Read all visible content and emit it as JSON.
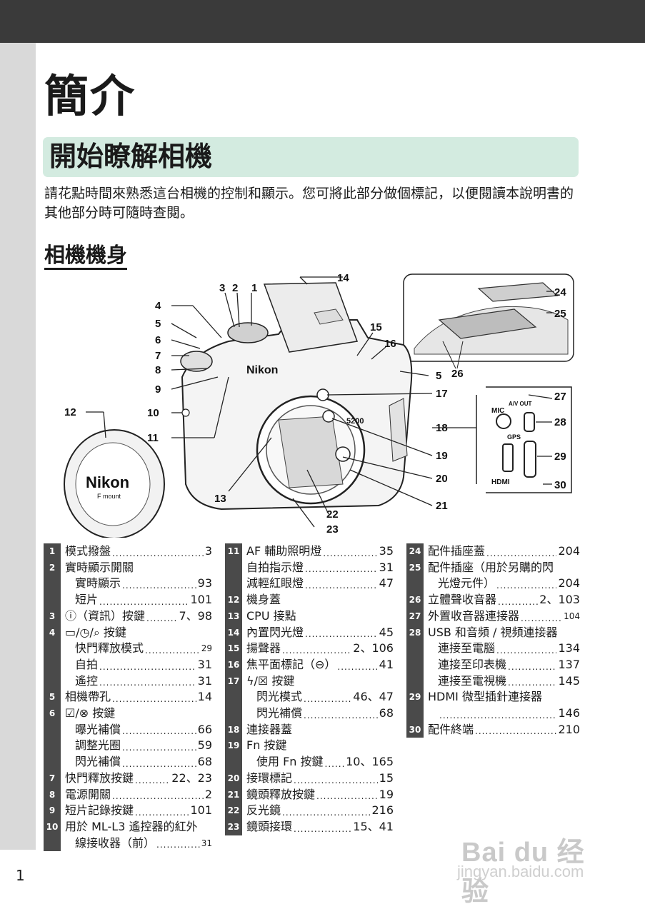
{
  "page": {
    "chapter_title": "簡介",
    "section_title": "開始瞭解相機",
    "intro": "請花點時間來熟悉這台相機的控制和顯示。您可將此部分做個標記，以便閱讀本說明書的其他部分時可隨時查閱。",
    "subsection_title": "相機機身",
    "page_number": "1"
  },
  "figure": {
    "callouts": [
      "1",
      "2",
      "3",
      "4",
      "5",
      "6",
      "7",
      "8",
      "9",
      "10",
      "11",
      "12",
      "13",
      "14",
      "15",
      "16",
      "5",
      "17",
      "18",
      "19",
      "20",
      "21",
      "22",
      "23",
      "24",
      "25",
      "26",
      "27",
      "28",
      "29",
      "30"
    ],
    "body_cap_text": [
      "Nikon",
      "F mount"
    ],
    "camera_brand": "Nikon",
    "camera_model": "5200",
    "port_labels": [
      "MIC",
      "A/V OUT",
      "GPS",
      "HDMI"
    ]
  },
  "index": {
    "col1": [
      {
        "num": "1",
        "label": "模式撥盤",
        "page": "3"
      },
      {
        "num": "2",
        "label": "實時顯示開關",
        "page": ""
      },
      {
        "num": "",
        "label": "實時顯示",
        "page": "93",
        "sub": true
      },
      {
        "num": "",
        "label": "短片",
        "page": "101",
        "sub": true
      },
      {
        "num": "3",
        "label": "ⓘ（資訊）按鍵",
        "page": "7、98"
      },
      {
        "num": "4",
        "label": "▭/◷/⌕ 按鍵",
        "page": ""
      },
      {
        "num": "",
        "label": "快門釋放模式",
        "page": "29",
        "sub": true,
        "small": true
      },
      {
        "num": "",
        "label": "自拍",
        "page": "31",
        "sub": true
      },
      {
        "num": "",
        "label": "遙控",
        "page": "31",
        "sub": true
      },
      {
        "num": "5",
        "label": "相機帶孔",
        "page": "14"
      },
      {
        "num": "6",
        "label": "☑/⊗ 按鍵",
        "page": ""
      },
      {
        "num": "",
        "label": "曝光補償",
        "page": "66",
        "sub": true
      },
      {
        "num": "",
        "label": "調整光圈",
        "page": "59",
        "sub": true
      },
      {
        "num": "",
        "label": "閃光補償",
        "page": "68",
        "sub": true
      },
      {
        "num": "7",
        "label": "快門釋放按鍵",
        "page": "22、23"
      },
      {
        "num": "8",
        "label": "電源開關",
        "page": "2"
      },
      {
        "num": "9",
        "label": "短片記錄按鍵",
        "page": "101"
      },
      {
        "num": "10",
        "label": "用於 ML-L3 遙控器的紅外",
        "page": ""
      },
      {
        "num": "",
        "label": "線接收器（前）",
        "page": "31",
        "sub": true,
        "small": true
      }
    ],
    "col2": [
      {
        "num": "11",
        "label": "AF 輔助照明燈",
        "page": "35"
      },
      {
        "num": "",
        "label": "自拍指示燈",
        "page": "31"
      },
      {
        "num": "",
        "label": "減輕紅眼燈",
        "page": "47"
      },
      {
        "num": "12",
        "label": "機身蓋",
        "page": ""
      },
      {
        "num": "13",
        "label": "CPU 接點",
        "page": ""
      },
      {
        "num": "14",
        "label": "內置閃光燈",
        "page": "45"
      },
      {
        "num": "15",
        "label": "揚聲器",
        "page": "2、106"
      },
      {
        "num": "16",
        "label": "焦平面標記（⊖）",
        "page": "41"
      },
      {
        "num": "17",
        "label": "ϟ/☒ 按鍵",
        "page": ""
      },
      {
        "num": "",
        "label": "閃光模式",
        "page": "46、47",
        "sub": true
      },
      {
        "num": "",
        "label": "閃光補償",
        "page": "68",
        "sub": true
      },
      {
        "num": "18",
        "label": "連接器蓋",
        "page": ""
      },
      {
        "num": "19",
        "label": "Fn 按鍵",
        "page": ""
      },
      {
        "num": "",
        "label": "使用 Fn 按鍵",
        "page": "10、165",
        "sub": true
      },
      {
        "num": "20",
        "label": "接環標記",
        "page": "15"
      },
      {
        "num": "21",
        "label": "鏡頭釋放按鍵",
        "page": "19"
      },
      {
        "num": "22",
        "label": "反光鏡",
        "page": "216"
      },
      {
        "num": "23",
        "label": "鏡頭接環",
        "page": "15、41"
      }
    ],
    "col3": [
      {
        "num": "24",
        "label": "配件插座蓋",
        "page": "204"
      },
      {
        "num": "25",
        "label": "配件插座（用於另購的閃",
        "page": ""
      },
      {
        "num": "",
        "label": "光燈元件）",
        "page": "204",
        "sub": true
      },
      {
        "num": "26",
        "label": "立體聲收音器",
        "page": "2、103"
      },
      {
        "num": "27",
        "label": "外置收音器連接器",
        "page": "104",
        "small": true
      },
      {
        "num": "28",
        "label": "USB 和音頻 / 視頻連接器",
        "page": ""
      },
      {
        "num": "",
        "label": "連接至電腦",
        "page": "134",
        "sub": true
      },
      {
        "num": "",
        "label": "連接至印表機",
        "page": "137",
        "sub": true
      },
      {
        "num": "",
        "label": "連接至電視機",
        "page": "145",
        "sub": true
      },
      {
        "num": "29",
        "label": "HDMI 微型插針連接器",
        "page": ""
      },
      {
        "num": "",
        "label": "",
        "page": "146",
        "sub": true
      },
      {
        "num": "30",
        "label": "配件終端",
        "page": "210"
      }
    ]
  },
  "watermark": {
    "brand": "Bai du 经验",
    "url": "jingyan.baidu.com"
  }
}
